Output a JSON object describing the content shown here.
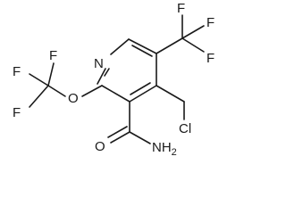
{
  "molecule": {
    "atoms": {
      "ring_n": "N",
      "ether_o": "O",
      "f_left_1": "F",
      "f_left_2": "F",
      "f_left_3": "F",
      "f_right_1": "F",
      "f_right_2": "F",
      "f_right_3": "F",
      "chlorine": "Cl",
      "carbonyl_o": "O",
      "amide_n": "NH",
      "amide_h_count": "2"
    }
  }
}
